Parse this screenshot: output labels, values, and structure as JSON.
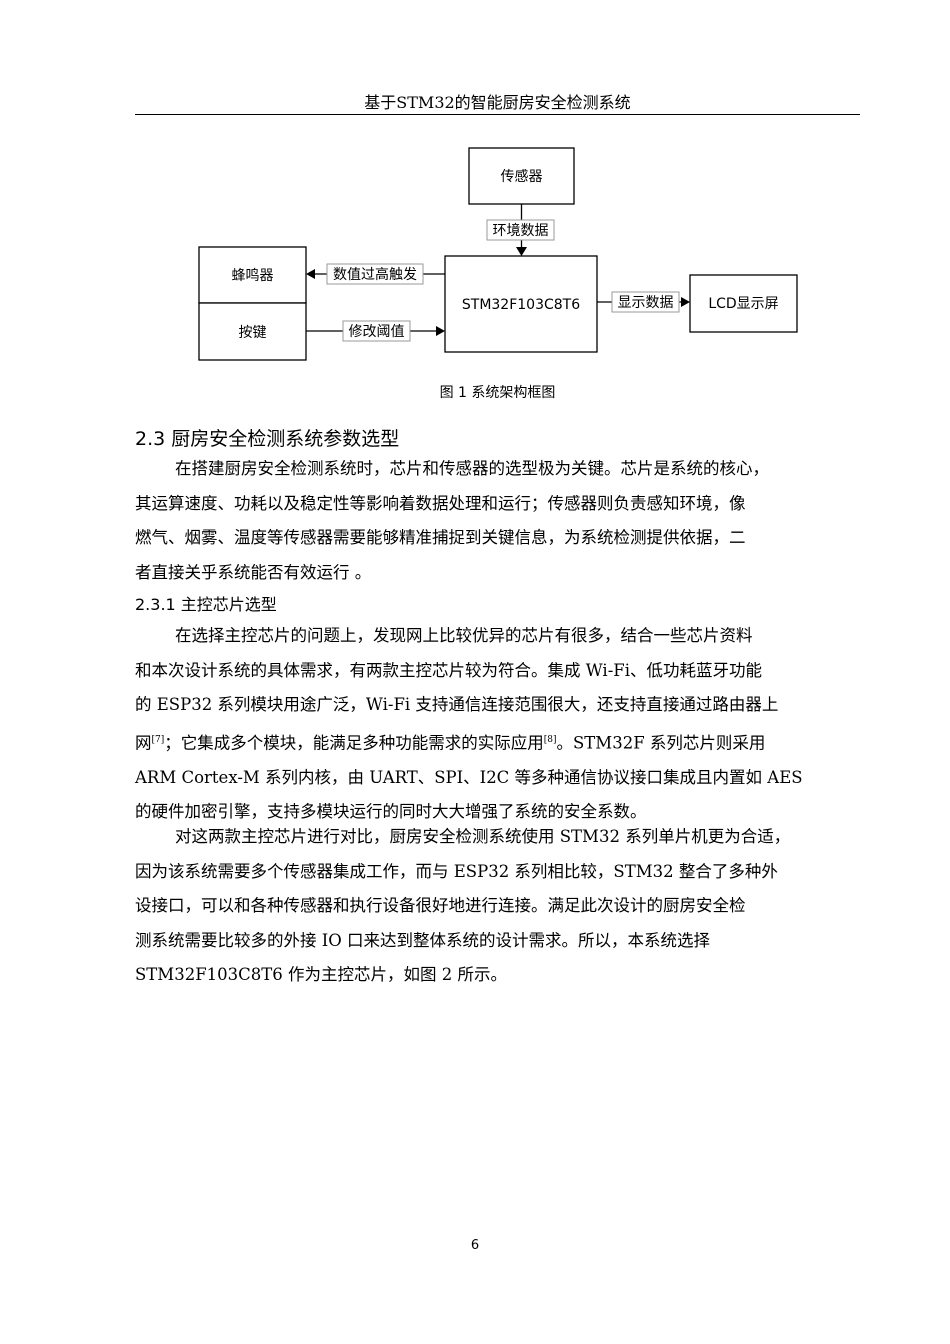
{
  "header": {
    "title": "基于STM32的智能厨房安全检测系统"
  },
  "diagram": {
    "sensor": "传感器",
    "env_data": "环境数据",
    "buzzer": "蜂鸣器",
    "alarm": "数值过高触发",
    "mcu": "STM32F103C8T6",
    "display_data": "显示数据",
    "lcd": "LCD显示屏",
    "button": "按键",
    "modify": "修改阈值"
  },
  "caption": "图 1  系统架构框图",
  "section": "2.3  厨房安全检测系统参数选型",
  "para1": [
    "在搭建厨房安全检测系统时，芯片和传感器的选型极为关键。芯片是系统的核心，",
    "其运算速度、功耗以及稳定性等影响着数据处理和运行；传感器则负责感知环境，像",
    "燃气、烟雾、温度等传感器需要能够精准捕捉到关键信息，为系统检测提供依据，二",
    "者直接关乎系统能否有效运行  。"
  ],
  "subsection": "2.3.1  主控芯片选型",
  "para2": {
    "l1": "在选择主控芯片的问题上，发现网上比较优异的芯片有很多，结合一些芯片资料",
    "l2": "和本次设计系统的具体需求，有两款主控芯片较为符合。集成 Wi-Fi、低功耗蓝牙功能",
    "l3": "的 ESP32 系列模块用途广泛，Wi-Fi 支持通信连接范围很大，还支持直接通过路由器上",
    "l4a": "网",
    "ref7": "[7]",
    "l4b": "；它集成多个模块，能满足多种功能需求的实际应用",
    "ref8": "[8]",
    "l4c": "。STM32F 系列芯片则采用",
    "l5": "ARM Cortex-M 系列内核，由 UART、SPI、I2C 等多种通信协议接口集成且内置如 AES",
    "l6": "的硬件加密引擎，支持多模块运行的同时大大增强了系统的安全系数。"
  },
  "para3": [
    "对这两款主控芯片进行对比，厨房安全检测系统使用 STM32 系列单片机更为合适，",
    "因为该系统需要多个传感器集成工作，而与 ESP32 系列相比较，STM32 整合了多种外",
    "设接口，可以和各种传感器和执行设备很好地进行连接。满足此次设计的厨房安全检",
    "测系统需要比较多的外接 IO 口来达到整体系统的设计需求。所以，本系统选择",
    "STM32F103C8T6 作为主控芯片，如图 2 所示。"
  ],
  "page_number": "6"
}
